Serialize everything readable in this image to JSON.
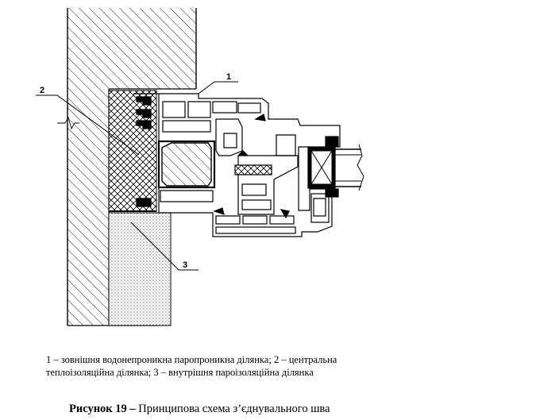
{
  "callouts": [
    {
      "id": "1"
    },
    {
      "id": "2"
    },
    {
      "id": "3"
    }
  ],
  "legend": {
    "line1": "1 – зовнішня водонепроникна паропроникна ділянка; 2 – центральна",
    "line2": "теплоізоляційна ділянка; 3 – внутрішня пароізоляційна ділянка"
  },
  "figure": {
    "label": "Рисунок 19 –",
    "title": " Принципова схема з’єднувального шва"
  }
}
